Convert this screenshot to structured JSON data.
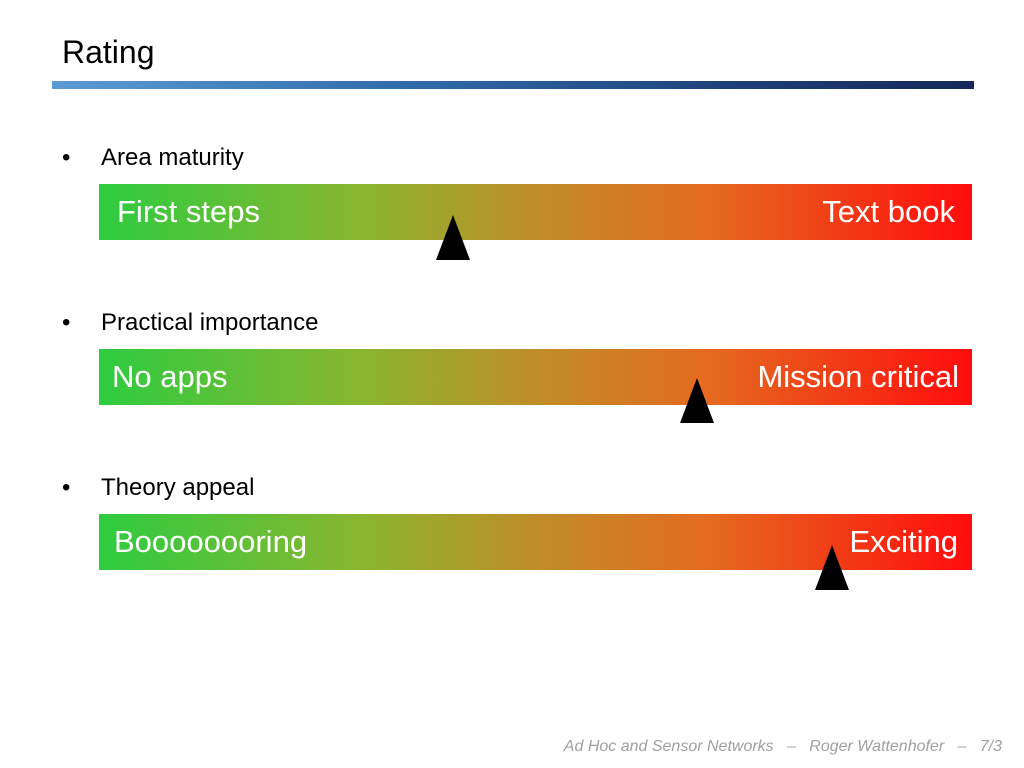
{
  "slide": {
    "title": "Rating",
    "ratings": [
      {
        "bullet": "•",
        "label": "Area maturity",
        "low_label": "First steps",
        "high_label": "Text book",
        "marker_position": 0.405
      },
      {
        "bullet": "•",
        "label": "Practical importance",
        "low_label": "No apps",
        "high_label": "Mission critical",
        "marker_position": 0.685
      },
      {
        "bullet": "•",
        "label": "Theory appeal",
        "low_label": "Boooooooring",
        "high_label": "Exciting",
        "marker_position": 0.84
      }
    ],
    "footer": {
      "course": "Ad Hoc and Sensor Networks",
      "separator": "–",
      "author": "Roger Wattenhofer",
      "page": "7/3"
    },
    "colors": {
      "scale_start": "#2ecc40",
      "scale_end": "#ff0c0c",
      "title_rule": "#1e3f78",
      "marker": "#000000",
      "footer_text": "#a0a0a0"
    }
  }
}
